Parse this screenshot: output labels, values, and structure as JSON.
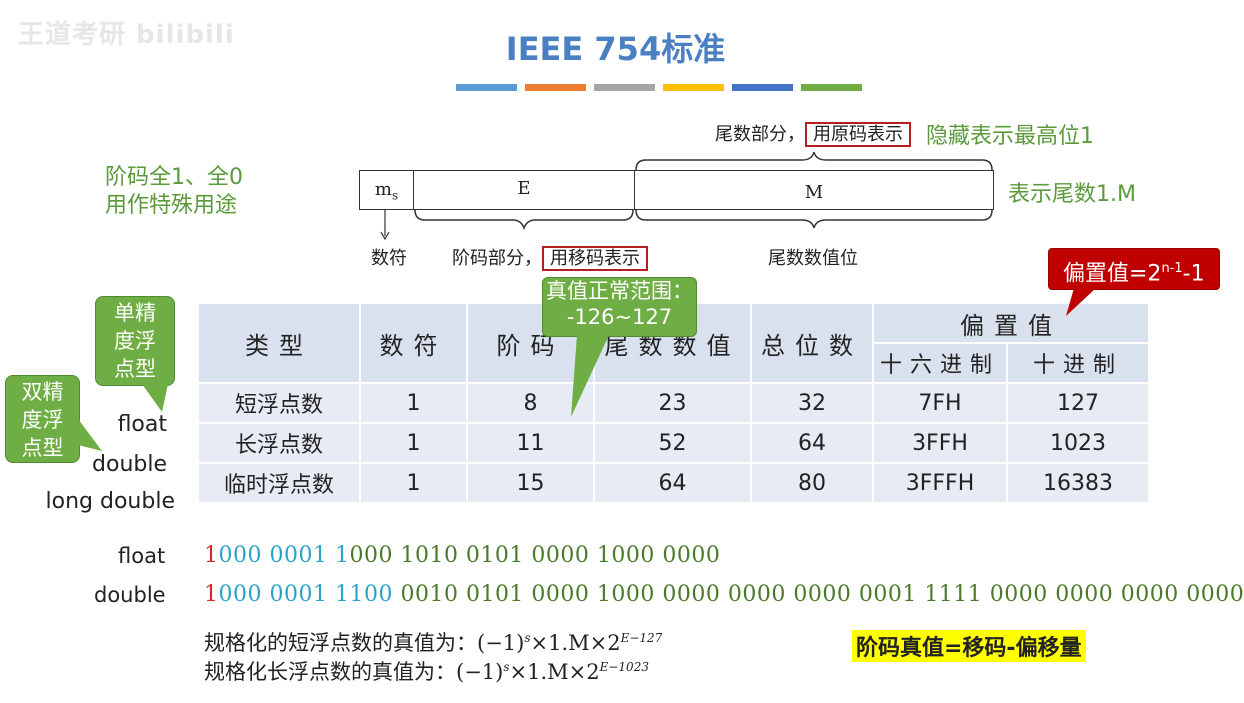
{
  "watermark": "王道考研 bilibili",
  "title": "IEEE 754标准",
  "color_bars": [
    "#5b9bd5",
    "#ed7d31",
    "#a5a5a5",
    "#ffc000",
    "#4472c4",
    "#70ad47"
  ],
  "format": {
    "fields": [
      "m",
      "s",
      "E",
      "M"
    ],
    "label_sign": "数符",
    "label_exp_prefix": "阶码部分，",
    "label_exp_box": "用移码表示",
    "label_mant_top_prefix": "尾数部分，",
    "label_mant_top_box": "用原码表示",
    "hidden_bit_note": "隐藏表示最高位1",
    "mantissa_note": "表示尾数1.M",
    "mant_value_label": "尾数数值位"
  },
  "left_note": [
    "阶码全1、全0",
    "用作特殊用途"
  ],
  "callouts": {
    "single": [
      "单精",
      "度浮",
      "点型"
    ],
    "double": [
      "双精",
      "度浮",
      "点型"
    ],
    "range": [
      "真值正常范围：",
      "-126~127"
    ],
    "bias_prefix": "偏置值=2",
    "bias_sup": "n-1",
    "bias_suffix": "-1"
  },
  "table": {
    "headers": [
      "类型",
      "数符",
      "阶码",
      "尾数数值",
      "总位数",
      "偏置值"
    ],
    "bias_sub": [
      "十六进制",
      "十进制"
    ],
    "rows": [
      {
        "label": "float",
        "type": "短浮点数",
        "sign": "1",
        "exp": "8",
        "mant": "23",
        "total": "32",
        "hex": "7FH",
        "dec": "127"
      },
      {
        "label": "double",
        "type": "长浮点数",
        "sign": "1",
        "exp": "11",
        "mant": "52",
        "total": "64",
        "hex": "3FFH",
        "dec": "1023"
      },
      {
        "label": "long double",
        "type": "临时浮点数",
        "sign": "1",
        "exp": "15",
        "mant": "64",
        "total": "80",
        "hex": "3FFFH",
        "dec": "16383"
      }
    ]
  },
  "bits": {
    "float_label": "float",
    "float_sign": "1",
    "float_exp": "000 0001 1",
    "float_mant": "000 1010 0101 0000 1000 0000",
    "double_label": "double",
    "double_sign": "1",
    "double_exp": "000 0001 1100",
    "double_mant": " 0010 0101 0000 1000 0000 0000 0000 0001 1111 0000 0000 0000 0000"
  },
  "formulas": {
    "short_prefix": "规格化的短浮点数的真值为：",
    "short_expr": "(−1)",
    "short_sup_s": "s",
    "short_mid": "×1.M×2",
    "short_sup_e": "E−127",
    "long_prefix": "规格化长浮点数的真值为：",
    "long_expr": "(−1)",
    "long_sup_s": "s",
    "long_mid": "×1.M×2",
    "long_sup_e": "E−1023"
  },
  "highlight_note": "阶码真值=移码-偏移量"
}
